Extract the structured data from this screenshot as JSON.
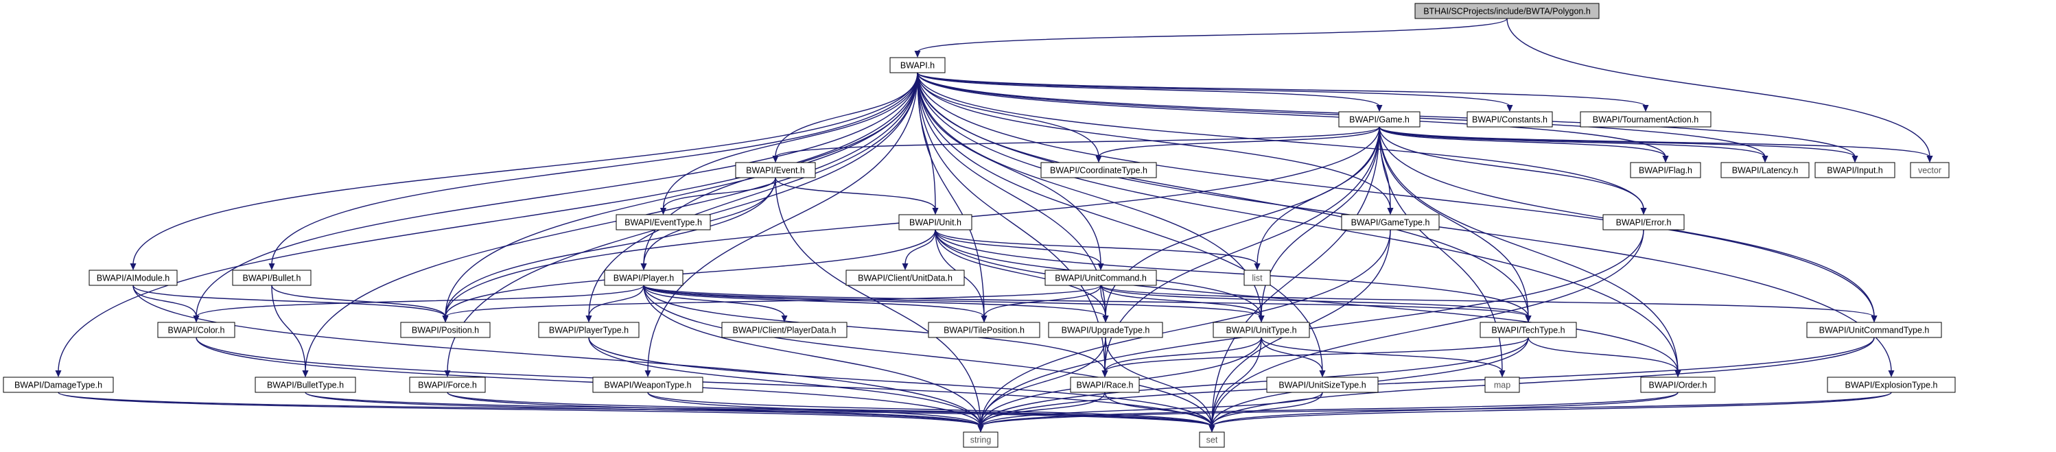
{
  "diagram": {
    "colors": {
      "edge": "#191970",
      "root_fill": "#bfbfbf",
      "node_fill": "#ffffff",
      "node_border": "#000000",
      "external_border": "#bfbfbf",
      "external_text": "#555555"
    },
    "nodes": [
      {
        "id": "polygon",
        "label": "BTHAI/SCProjects/include/BWTA/Polygon.h",
        "role": "root"
      },
      {
        "id": "bwapi",
        "label": "BWAPI.h"
      },
      {
        "id": "game",
        "label": "BWAPI/Game.h"
      },
      {
        "id": "constants",
        "label": "BWAPI/Constants.h"
      },
      {
        "id": "tournament",
        "label": "BWAPI/TournamentAction.h"
      },
      {
        "id": "event",
        "label": "BWAPI/Event.h"
      },
      {
        "id": "coordtype",
        "label": "BWAPI/CoordinateType.h"
      },
      {
        "id": "flag",
        "label": "BWAPI/Flag.h"
      },
      {
        "id": "latency",
        "label": "BWAPI/Latency.h"
      },
      {
        "id": "input",
        "label": "BWAPI/Input.h"
      },
      {
        "id": "vector",
        "label": "vector",
        "role": "external"
      },
      {
        "id": "eventtype",
        "label": "BWAPI/EventType.h"
      },
      {
        "id": "unit",
        "label": "BWAPI/Unit.h"
      },
      {
        "id": "gametype",
        "label": "BWAPI/GameType.h"
      },
      {
        "id": "error",
        "label": "BWAPI/Error.h"
      },
      {
        "id": "aimodule",
        "label": "BWAPI/AIModule.h"
      },
      {
        "id": "bullet",
        "label": "BWAPI/Bullet.h"
      },
      {
        "id": "player",
        "label": "BWAPI/Player.h"
      },
      {
        "id": "clientunitdata",
        "label": "BWAPI/Client/UnitData.h"
      },
      {
        "id": "unitcommand",
        "label": "BWAPI/UnitCommand.h"
      },
      {
        "id": "list",
        "label": "list",
        "role": "external"
      },
      {
        "id": "color",
        "label": "BWAPI/Color.h"
      },
      {
        "id": "position",
        "label": "BWAPI/Position.h"
      },
      {
        "id": "playertype",
        "label": "BWAPI/PlayerType.h"
      },
      {
        "id": "clientplayerdata",
        "label": "BWAPI/Client/PlayerData.h"
      },
      {
        "id": "tileposition",
        "label": "BWAPI/TilePosition.h"
      },
      {
        "id": "upgradetype",
        "label": "BWAPI/UpgradeType.h"
      },
      {
        "id": "unittype",
        "label": "BWAPI/UnitType.h"
      },
      {
        "id": "techtype",
        "label": "BWAPI/TechType.h"
      },
      {
        "id": "unitcommandtype",
        "label": "BWAPI/UnitCommandType.h"
      },
      {
        "id": "damagetype",
        "label": "BWAPI/DamageType.h"
      },
      {
        "id": "bullettype",
        "label": "BWAPI/BulletType.h"
      },
      {
        "id": "force",
        "label": "BWAPI/Force.h"
      },
      {
        "id": "weapontype",
        "label": "BWAPI/WeaponType.h"
      },
      {
        "id": "race",
        "label": "BWAPI/Race.h"
      },
      {
        "id": "unitsizetype",
        "label": "BWAPI/UnitSizeType.h"
      },
      {
        "id": "map",
        "label": "map",
        "role": "external"
      },
      {
        "id": "order",
        "label": "BWAPI/Order.h"
      },
      {
        "id": "explosiontype",
        "label": "BWAPI/ExplosionType.h"
      },
      {
        "id": "string",
        "label": "string",
        "role": "external"
      },
      {
        "id": "set",
        "label": "set",
        "role": "external"
      }
    ],
    "edges": [
      [
        "polygon",
        "bwapi"
      ],
      [
        "polygon",
        "vector"
      ],
      [
        "bwapi",
        "game"
      ],
      [
        "bwapi",
        "constants"
      ],
      [
        "bwapi",
        "tournament"
      ],
      [
        "bwapi",
        "event"
      ],
      [
        "bwapi",
        "coordtype"
      ],
      [
        "bwapi",
        "flag"
      ],
      [
        "bwapi",
        "latency"
      ],
      [
        "bwapi",
        "input"
      ],
      [
        "bwapi",
        "eventtype"
      ],
      [
        "bwapi",
        "unit"
      ],
      [
        "bwapi",
        "gametype"
      ],
      [
        "bwapi",
        "error"
      ],
      [
        "bwapi",
        "aimodule"
      ],
      [
        "bwapi",
        "bullet"
      ],
      [
        "bwapi",
        "player"
      ],
      [
        "bwapi",
        "unitcommand"
      ],
      [
        "bwapi",
        "color"
      ],
      [
        "bwapi",
        "position"
      ],
      [
        "bwapi",
        "playertype"
      ],
      [
        "bwapi",
        "tileposition"
      ],
      [
        "bwapi",
        "upgradetype"
      ],
      [
        "bwapi",
        "unittype"
      ],
      [
        "bwapi",
        "techtype"
      ],
      [
        "bwapi",
        "unitcommandtype"
      ],
      [
        "bwapi",
        "damagetype"
      ],
      [
        "bwapi",
        "bullettype"
      ],
      [
        "bwapi",
        "force"
      ],
      [
        "bwapi",
        "weapontype"
      ],
      [
        "bwapi",
        "race"
      ],
      [
        "bwapi",
        "unitsizetype"
      ],
      [
        "bwapi",
        "order"
      ],
      [
        "bwapi",
        "explosiontype"
      ],
      [
        "game",
        "event"
      ],
      [
        "game",
        "coordtype"
      ],
      [
        "game",
        "flag"
      ],
      [
        "game",
        "latency"
      ],
      [
        "game",
        "input"
      ],
      [
        "game",
        "vector"
      ],
      [
        "game",
        "list"
      ],
      [
        "game",
        "gametype"
      ],
      [
        "game",
        "error"
      ],
      [
        "game",
        "position"
      ],
      [
        "game",
        "unittype"
      ],
      [
        "game",
        "techtype"
      ],
      [
        "game",
        "upgradetype"
      ],
      [
        "game",
        "race"
      ],
      [
        "game",
        "order"
      ],
      [
        "game",
        "map"
      ],
      [
        "game",
        "set"
      ],
      [
        "game",
        "unitcommandtype"
      ],
      [
        "event",
        "eventtype"
      ],
      [
        "event",
        "unit"
      ],
      [
        "event",
        "player"
      ],
      [
        "event",
        "position"
      ],
      [
        "event",
        "string"
      ],
      [
        "unit",
        "clientunitdata"
      ],
      [
        "unit",
        "unitcommand"
      ],
      [
        "unit",
        "list"
      ],
      [
        "unit",
        "position"
      ],
      [
        "unit",
        "tileposition"
      ],
      [
        "unit",
        "upgradetype"
      ],
      [
        "unit",
        "unittype"
      ],
      [
        "unit",
        "techtype"
      ],
      [
        "unit",
        "order"
      ],
      [
        "gametype",
        "set"
      ],
      [
        "gametype",
        "string"
      ],
      [
        "error",
        "set"
      ],
      [
        "error",
        "string"
      ],
      [
        "aimodule",
        "color"
      ],
      [
        "aimodule",
        "position"
      ],
      [
        "aimodule",
        "string"
      ],
      [
        "bullet",
        "position"
      ],
      [
        "bullet",
        "bullettype"
      ],
      [
        "player",
        "color"
      ],
      [
        "player",
        "playertype"
      ],
      [
        "player",
        "clientplayerdata"
      ],
      [
        "player",
        "tileposition"
      ],
      [
        "player",
        "upgradetype"
      ],
      [
        "player",
        "unittype"
      ],
      [
        "player",
        "techtype"
      ],
      [
        "player",
        "race"
      ],
      [
        "player",
        "string"
      ],
      [
        "player",
        "set"
      ],
      [
        "unitcommand",
        "position"
      ],
      [
        "unitcommand",
        "tileposition"
      ],
      [
        "unitcommand",
        "upgradetype"
      ],
      [
        "unitcommand",
        "unittype"
      ],
      [
        "unitcommand",
        "techtype"
      ],
      [
        "unitcommand",
        "unitcommandtype"
      ],
      [
        "color",
        "string"
      ],
      [
        "color",
        "set"
      ],
      [
        "playertype",
        "string"
      ],
      [
        "playertype",
        "set"
      ],
      [
        "upgradetype",
        "race"
      ],
      [
        "upgradetype",
        "string"
      ],
      [
        "upgradetype",
        "set"
      ],
      [
        "unittype",
        "race"
      ],
      [
        "unittype",
        "unitsizetype"
      ],
      [
        "unittype",
        "map"
      ],
      [
        "unittype",
        "string"
      ],
      [
        "unittype",
        "set"
      ],
      [
        "techtype",
        "order"
      ],
      [
        "techtype",
        "race"
      ],
      [
        "techtype",
        "string"
      ],
      [
        "techtype",
        "set"
      ],
      [
        "unitcommandtype",
        "string"
      ],
      [
        "unitcommandtype",
        "set"
      ],
      [
        "damagetype",
        "string"
      ],
      [
        "damagetype",
        "set"
      ],
      [
        "bullettype",
        "string"
      ],
      [
        "bullettype",
        "set"
      ],
      [
        "force",
        "string"
      ],
      [
        "force",
        "set"
      ],
      [
        "weapontype",
        "string"
      ],
      [
        "weapontype",
        "set"
      ],
      [
        "race",
        "string"
      ],
      [
        "race",
        "set"
      ],
      [
        "unitsizetype",
        "string"
      ],
      [
        "unitsizetype",
        "set"
      ],
      [
        "order",
        "string"
      ],
      [
        "order",
        "set"
      ],
      [
        "explosiontype",
        "string"
      ],
      [
        "explosiontype",
        "set"
      ]
    ]
  }
}
